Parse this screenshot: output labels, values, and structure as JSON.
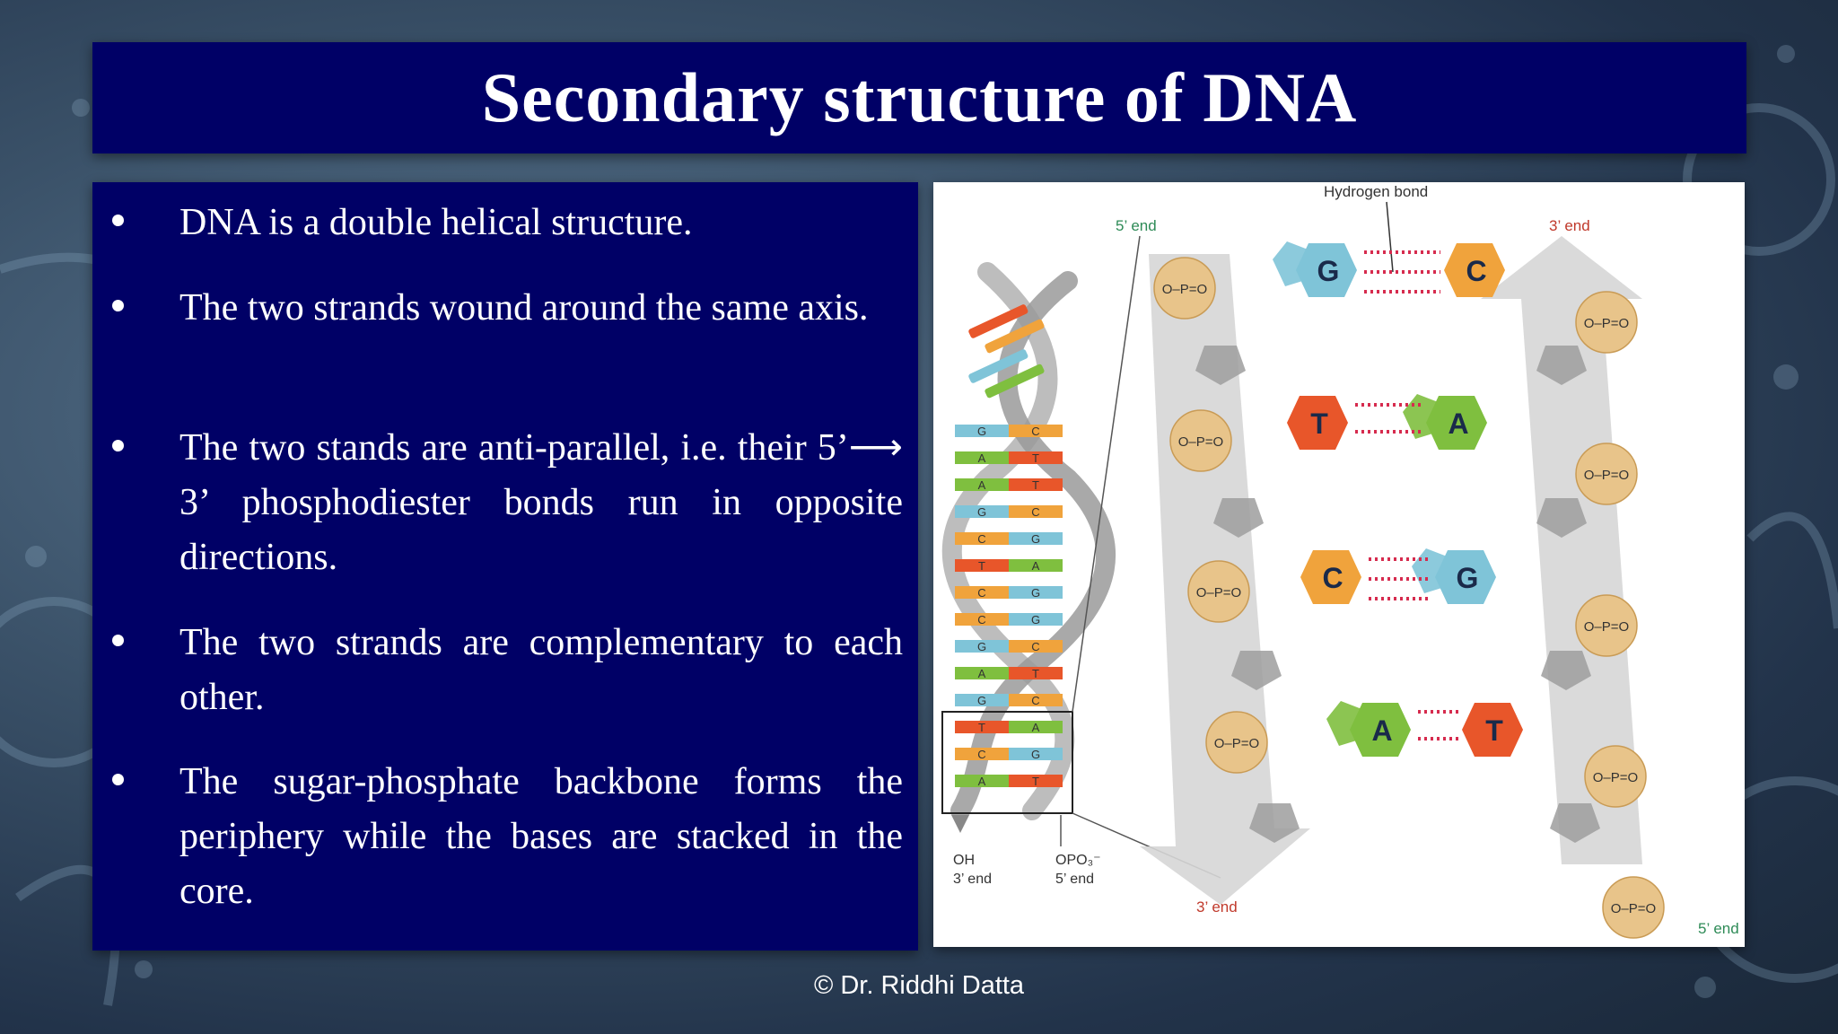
{
  "slide": {
    "title": "Secondary structure of DNA",
    "bullets": [
      {
        "text": "DNA is a double helical structure."
      },
      {
        "text": "The two strands wound around the same axis."
      },
      {
        "text": "The two stands are anti-parallel, i.e. their 5’⟶ 3’ phosphodiester bonds run in opposite directions."
      },
      {
        "text": "The two strands are complementary to each other."
      },
      {
        "text": "The sugar-phosphate backbone forms the periphery while the bases are stacked in the core."
      }
    ],
    "footer": "© Dr. Riddhi Datta"
  },
  "figure": {
    "hydrogen_bond_label": "Hydrogen bond",
    "left_strand_top": "5’ end",
    "right_strand_top": "3’ end",
    "left_strand_bottom": "3’ end",
    "right_strand_bottom": "5’ end",
    "helix_end_left_1": "OH",
    "helix_end_left_2": "3’ end",
    "helix_end_right_1": "OPO₃⁻",
    "helix_end_right_2": "5’ end",
    "phosphate_label": "O–P=O",
    "helix_pairs": [
      {
        "left": "G",
        "right": "C"
      },
      {
        "left": "A",
        "right": "T"
      },
      {
        "left": "A",
        "right": "T"
      },
      {
        "left": "G",
        "right": "C"
      },
      {
        "left": "C",
        "right": "G"
      },
      {
        "left": "T",
        "right": "A"
      },
      {
        "left": "C",
        "right": "G"
      },
      {
        "left": "C",
        "right": "G"
      },
      {
        "left": "G",
        "right": "C"
      },
      {
        "left": "A",
        "right": "T"
      },
      {
        "left": "G",
        "right": "C"
      },
      {
        "left": "T",
        "right": "A"
      },
      {
        "left": "C",
        "right": "G"
      },
      {
        "left": "A",
        "right": "T"
      }
    ],
    "base_pairs": [
      {
        "left": "G",
        "right": "C"
      },
      {
        "left": "T",
        "right": "A"
      },
      {
        "left": "C",
        "right": "G"
      },
      {
        "left": "A",
        "right": "T"
      }
    ],
    "colors": {
      "G": "#7fc4d8",
      "C": "#f0a33c",
      "T": "#e8562a",
      "A": "#7fbf3f",
      "phosphate": "#e8c48a",
      "backbone": "#d9d9d9"
    }
  }
}
